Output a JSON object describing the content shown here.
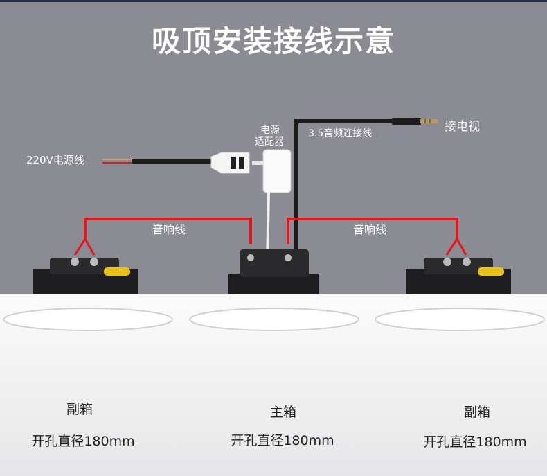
{
  "title": "吸顶安装接线示意",
  "labels": {
    "power_line": "220V电源线",
    "adapter_line1": "电源",
    "adapter_line2": "适配器",
    "audio_cable": "3.5音频连接线",
    "tv": "接电视",
    "speaker_wire_left": "音响线",
    "speaker_wire_right": "音响线"
  },
  "speakers": [
    {
      "name": "副箱",
      "hole": "开孔直径180mm"
    },
    {
      "name": "主箱",
      "hole": "开孔直径180mm"
    },
    {
      "name": "副箱",
      "hole": "开孔直径180mm"
    }
  ],
  "colors": {
    "background": "#8b8b94",
    "speaker_wire": "#e8141a",
    "cable": "#1c1c1c",
    "adapter": "#ffffff"
  }
}
